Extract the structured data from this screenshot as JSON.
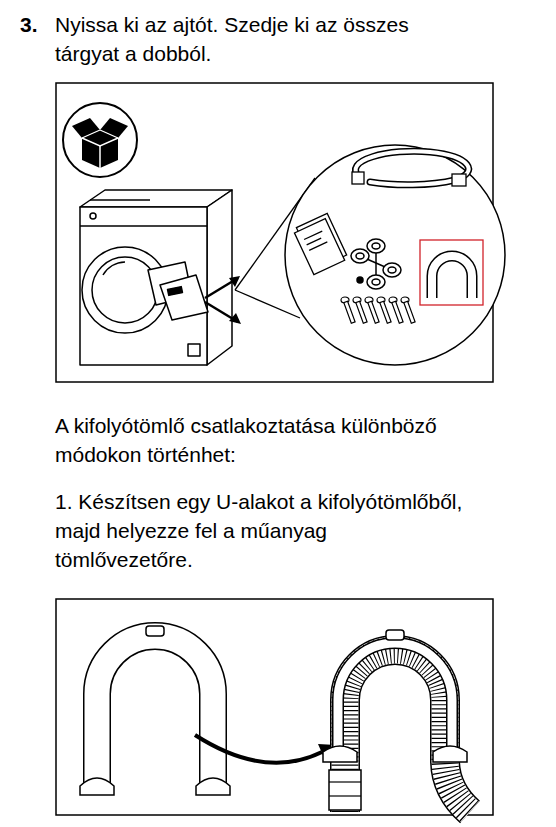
{
  "diagram": {
    "labels": [
      "3.",
      "Nyissa ki az ajtót. Szedje ki az összes tárgyat a dobból.",
      "A kifolyótömlő csatlakoztatása különböző módokon történhet:",
      "1. Készítsen egy U-alakot a kifolyótömlőből, majd helyezze fel a műanyag tömlővezetőre."
    ]
  }
}
